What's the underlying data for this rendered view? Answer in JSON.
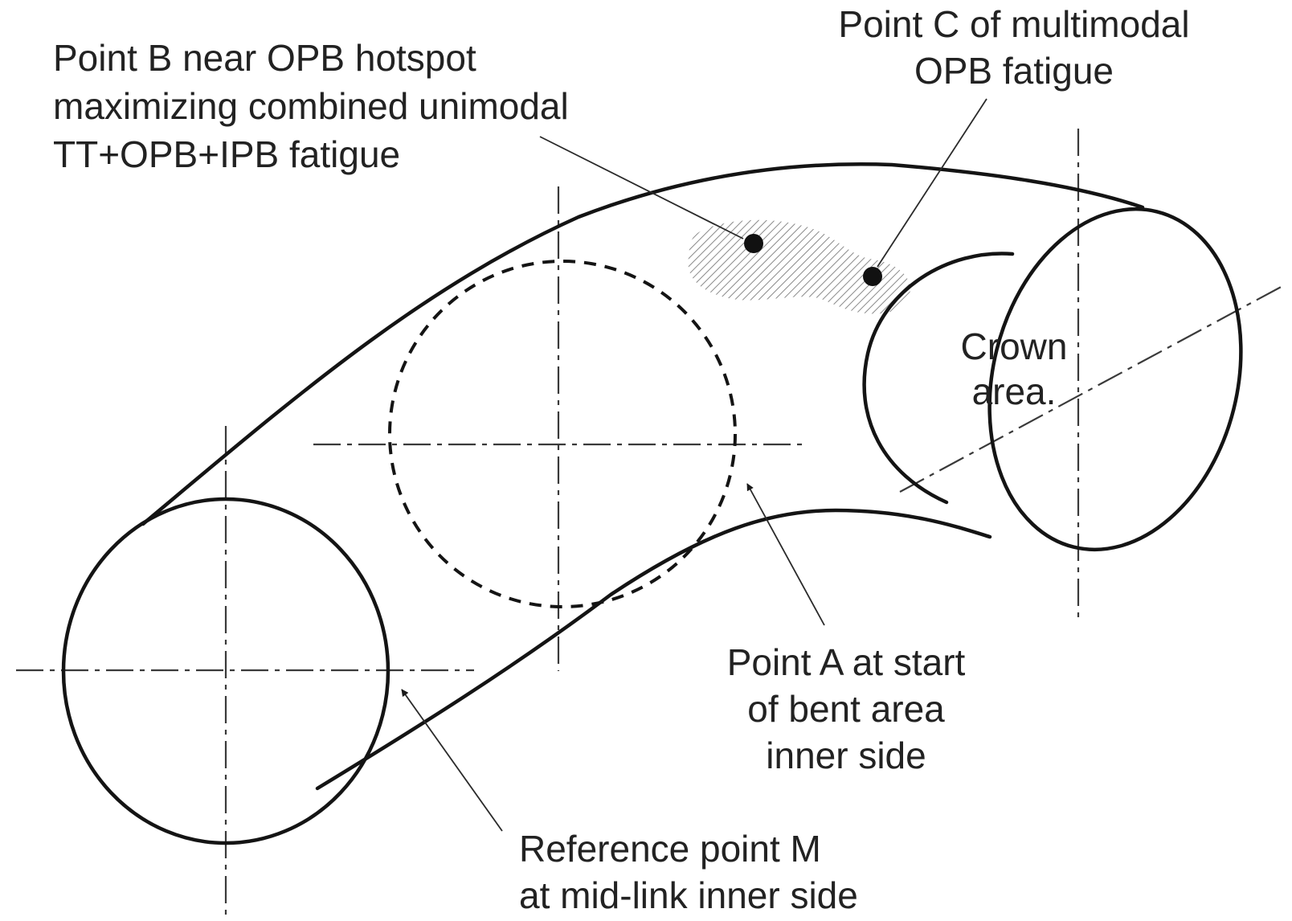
{
  "labels": {
    "point_b": {
      "line1": "Point B near OPB hotspot",
      "line2": "maximizing combined unimodal",
      "line3": "TT+OPB+IPB fatigue"
    },
    "point_c": {
      "line1": "Point C of multimodal",
      "line2": "OPB fatigue"
    },
    "crown": {
      "line1": "Crown",
      "line2": "area."
    },
    "point_a": {
      "line1": "Point A at start",
      "line2": "of bent area",
      "line3": "inner side"
    },
    "point_m": {
      "line1": "Reference point M",
      "line2": "at mid-link inner side"
    }
  },
  "colors": {
    "ink": "#141414",
    "text": "#222222",
    "hatch": "#8a8a8a"
  }
}
